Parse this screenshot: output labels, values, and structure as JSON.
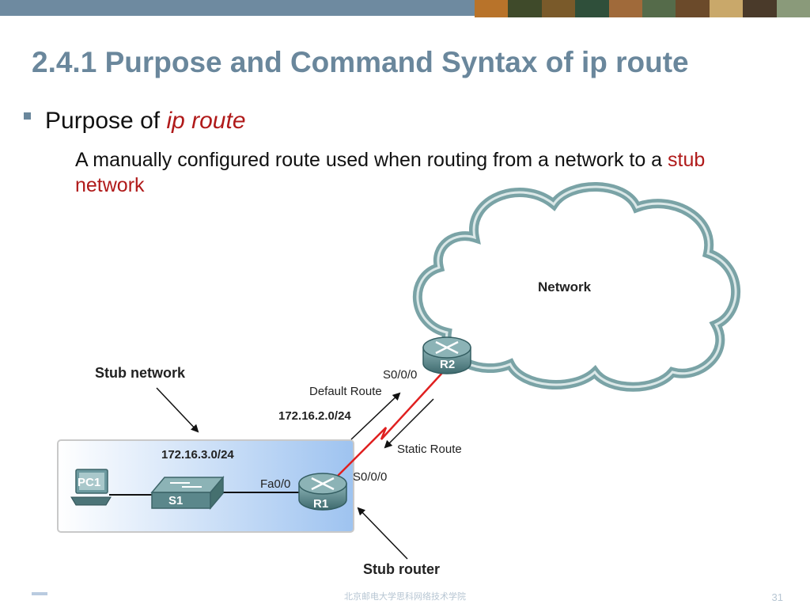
{
  "slide": {
    "title": "2.4.1 Purpose and Command Syntax of ip route",
    "bullet_prefix": "Purpose of ",
    "bullet_emphasis": "ip route",
    "body_text": "A manually configured route used when routing from a network to a ",
    "body_highlight": "stub network"
  },
  "diagram": {
    "cloud_label": "Network",
    "r2_label": "R2",
    "r1_label": "R1",
    "s1_label": "S1",
    "pc1_label": "PC1",
    "r2_interface": "S0/0/0",
    "r1_interface": "S0/0/0",
    "r1_fa_interface": "Fa0/0",
    "default_route": "Default Route",
    "static_route": "Static Route",
    "serial_network": "172.16.2.0/24",
    "lan_network": "172.16.3.0/24",
    "stub_network": "Stub network",
    "stub_router": "Stub router"
  },
  "footer": {
    "center": "北京邮电大学思科网络技术学院",
    "page": "31"
  },
  "colors": {
    "title": "#6a879c",
    "topbar": "#6e8aa0",
    "highlight": "#b01a1a",
    "cloud_edge": "#7aa3a6",
    "router": "#5d8a8e",
    "serial_link": "#e02020"
  }
}
